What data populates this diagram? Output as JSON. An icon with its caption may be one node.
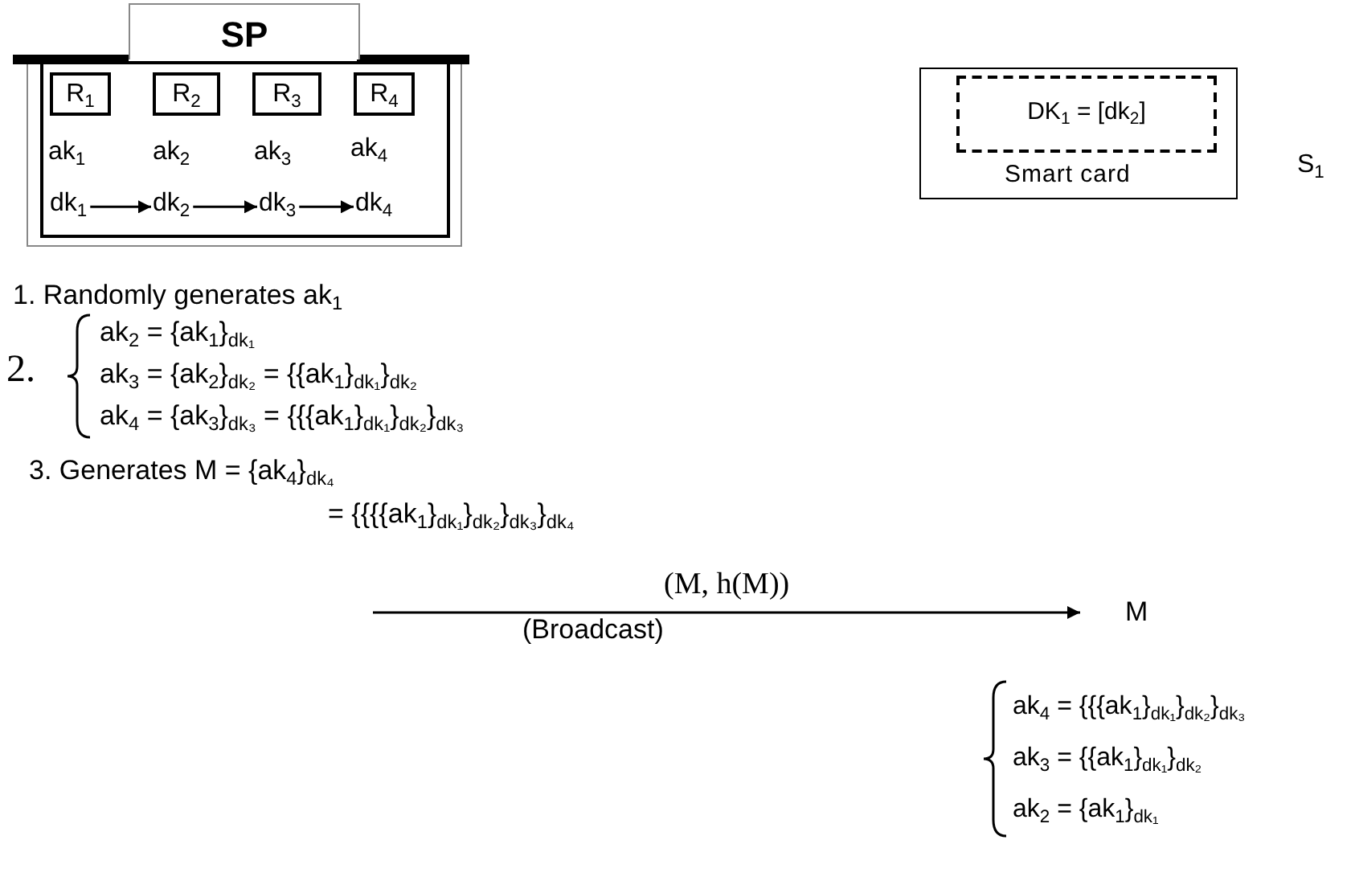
{
  "diagram": {
    "nodes": [
      {
        "text": [
          "SP"
        ]
      },
      {
        "text": [
          "R$_{1}$"
        ],
        "in": 0
      },
      {
        "text": [
          "R$_{2}$"
        ],
        "in": 0
      },
      {
        "text": [
          "R$_{3}$"
        ],
        "in": 0
      },
      {
        "text": [
          "R$_{4}$"
        ],
        "in": 0
      },
      {
        "text": [
          "dk$_{1}$"
        ],
        "in": 0
      },
      {
        "text": [
          "dk$_{2}$"
        ],
        "in": 0
      },
      {
        "text": [
          "dk$_{3}$"
        ],
        "in": 0
      },
      {
        "text": [
          "dk$_{4}$"
        ],
        "in": 0
      },
      {
        "text": [
          "Smart card"
        ],
        "beside": [
          "S$_{1}$"
        ]
      },
      {
        "text": [
          "DK$_{1}$ = [dk$_{2}$]"
        ],
        "in": 9
      },
      {
        "text": [
          "M"
        ]
      }
    ],
    "edges": [
      {
        "from": 5,
        "to": 6,
        "arrow": "to"
      },
      {
        "from": 6,
        "to": 7,
        "arrow": "to"
      },
      {
        "from": 7,
        "to": 8,
        "arrow": "to"
      },
      {
        "from": null,
        "to": 11,
        "arrow": "to",
        "label": "(M, h(M))"
      }
    ],
    "labels": [
      "ak$_{1}$",
      "ak$_{2}$",
      "ak$_{3}$",
      "ak$_{4}$",
      "1. Randomly generates ak$_{1}$",
      "2.",
      "ak$_{2}$ = {ak$_{1}$}$_{dk₁}$",
      "ak$_{3}$ = {ak$_{2}$}$_{dk₂}$ = {{ak$_{1}$}$_{dk₁}$}$_{dk₂}$",
      "ak$_{4}$ = {ak$_{3}$}$_{dk₃}$ = {{{ak$_{1}$}$_{dk₁}$}$_{dk₂}$}$_{dk₃}$",
      "3. Generates M = {ak$_{4}$}$_{dk₄}$",
      "= {{{{ak$_{1}$}$_{dk₁}$}$_{dk₂}$}$_{dk₃}$}$_{dk₄}$",
      "(Broadcast)",
      "ak$_{4}$ = {{{ak$_{1}$}$_{dk₁}$}$_{dk₂}$}$_{dk₃}$",
      "ak$_{3}$ = {{ak$_{1}$}$_{dk₁}$}$_{dk₂}$",
      "ak$_{2}$ = {ak$_{1}$}$_{dk₁}$"
    ]
  }
}
